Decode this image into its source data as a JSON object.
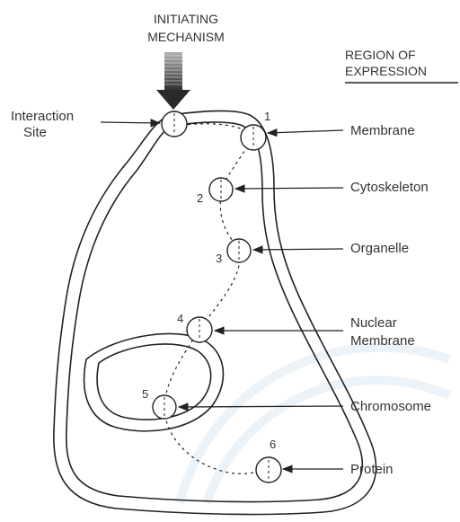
{
  "header": {
    "initiating_line1": "INITIATING",
    "initiating_line2": "MECHANISM",
    "region_line1": "REGION OF",
    "region_line2": "EXPRESSION"
  },
  "interaction_site": {
    "line1": "Interaction",
    "line2": "Site"
  },
  "regions": [
    {
      "label": "Membrane"
    },
    {
      "label": "Cytoskeleton"
    },
    {
      "label": "Organelle"
    },
    {
      "label": "Nuclear",
      "label2": "Membrane"
    },
    {
      "label": "Chromosome"
    },
    {
      "label": "Protein"
    }
  ],
  "sites": [
    {
      "number": "1"
    },
    {
      "number": "2"
    },
    {
      "number": "3"
    },
    {
      "number": "4"
    },
    {
      "number": "5"
    },
    {
      "number": "6"
    }
  ],
  "colors": {
    "line": "#222222",
    "text": "#333333",
    "arrow_fill_light": "#b0b0b0",
    "arrow_fill_dark": "#303030"
  }
}
